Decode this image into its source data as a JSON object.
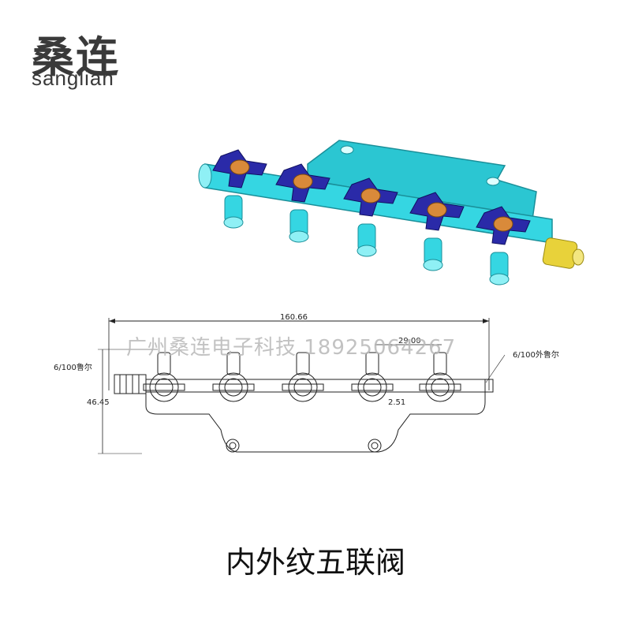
{
  "brand": {
    "name_cn": "桑连",
    "name_en": "sanglian"
  },
  "watermark": "广州桑连电子科技 18925064267",
  "drawing": {
    "overall_length": "160.66",
    "height": "46.45",
    "pitch": "29.00",
    "offset": "2.51",
    "left_port_label": "6/100鲁尔",
    "right_port_label": "6/100外鲁尔"
  },
  "caption": "内外纹五联阀",
  "colors": {
    "body": "#33d4e0",
    "handle": "#2a2aa8",
    "core": "#d98a3a",
    "nut": "#e8d23a"
  }
}
